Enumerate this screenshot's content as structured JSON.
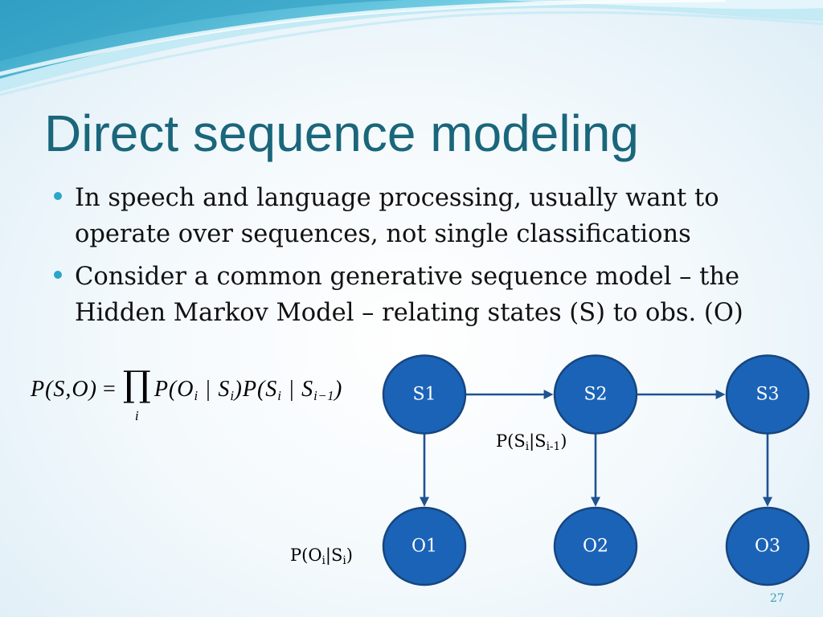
{
  "slide": {
    "title": "Direct sequence modeling",
    "bullets": [
      [
        "In speech and language processing, usually want to",
        "operate over sequences, not single classifications"
      ],
      [
        "Consider a common generative sequence model – the",
        "Hidden Markov Model – relating states (S) to obs. (O)"
      ]
    ],
    "page_number": "27"
  },
  "formula": {
    "lhs": "P(S,O)",
    "equals": "=",
    "product": "∏",
    "product_index": "i",
    "rhs": [
      {
        "text": "P(O",
        "sub": "i"
      },
      {
        "text": " | S",
        "sub": "i"
      },
      {
        "text": ")P(S",
        "sub": "i"
      },
      {
        "text": " | S",
        "sub": "i−1"
      },
      {
        "text": ")"
      }
    ]
  },
  "diagram": {
    "states": [
      "S1",
      "S2",
      "S3"
    ],
    "observations": [
      "O1",
      "O2",
      "O3"
    ],
    "transition_label": {
      "main": "P(S",
      "sub1": "i",
      "mid": "|S",
      "sub2": "i-1",
      "end": ")"
    },
    "emission_label": {
      "main": "P(O",
      "sub1": "i",
      "mid": "|S",
      "sub2": "i",
      "end": ")"
    }
  },
  "colors": {
    "title": "#1a667b",
    "text": "#111111",
    "bullet": "#2ba6c8",
    "node_fill": "#1b63b7",
    "node_stroke": "#17467f",
    "node_text": "#ffffff",
    "arrow": "#1e5390",
    "page_number": "#3b9cb5",
    "wave_dark": "#2f9fc3",
    "wave_mid": "#6fcbe2",
    "wave_light": "#c3eaf5"
  }
}
